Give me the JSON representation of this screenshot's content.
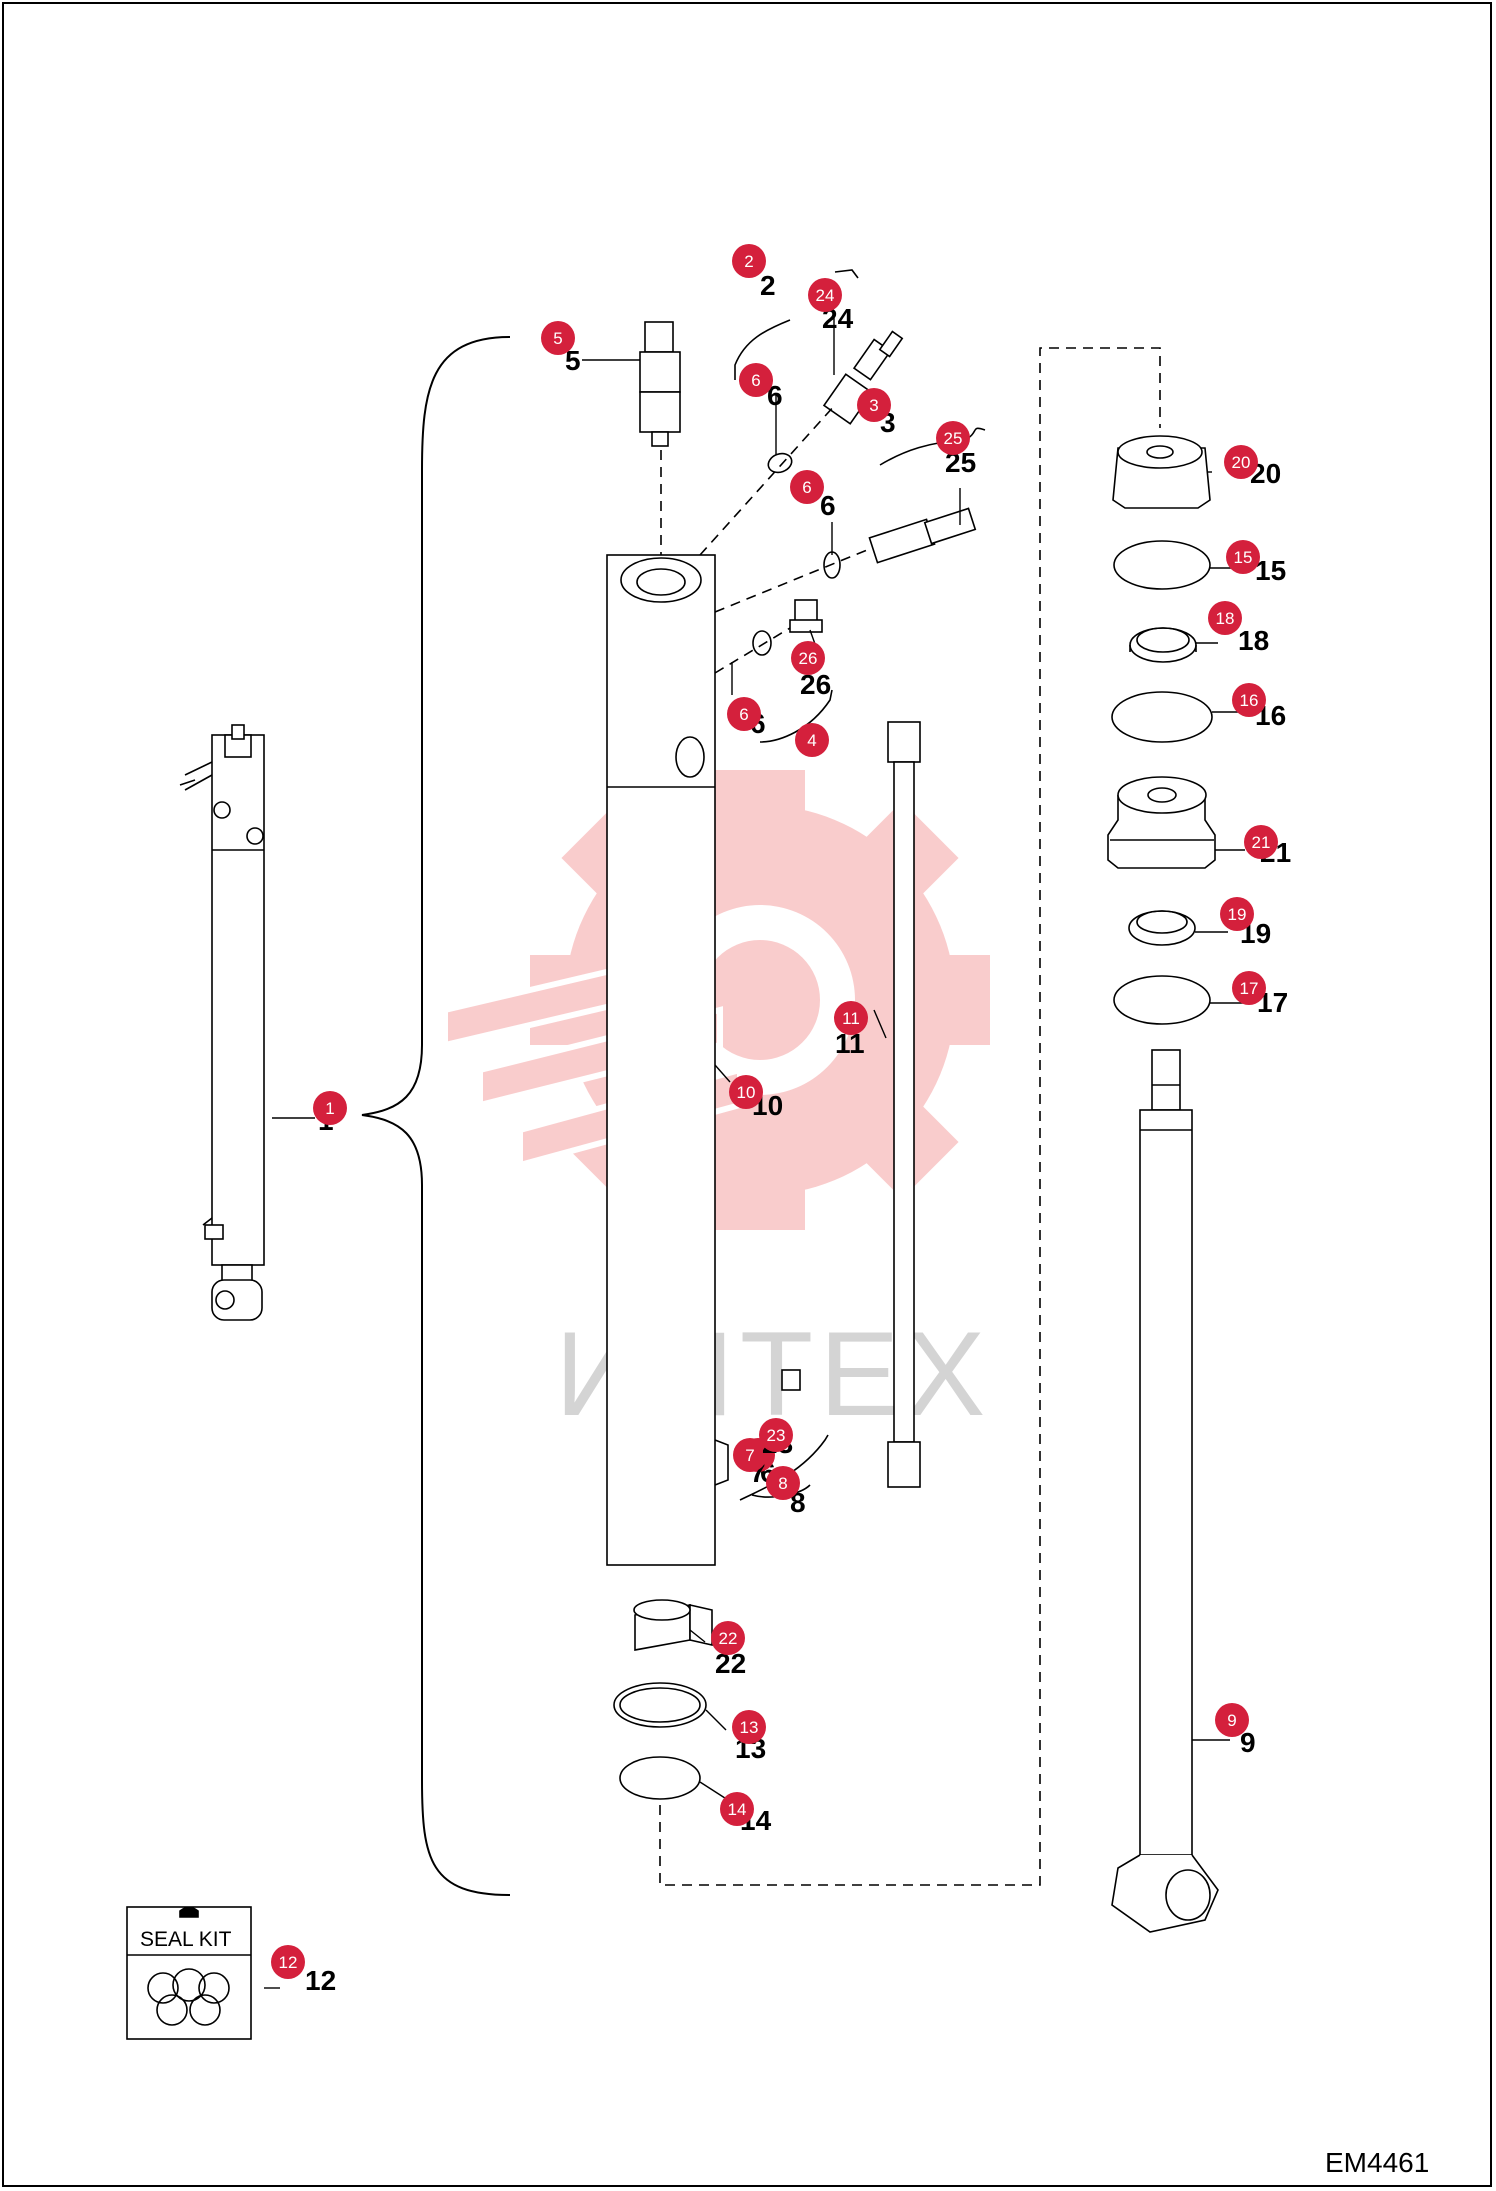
{
  "drawing_code": "EM4461",
  "watermark": "ИНТЕХ",
  "seal_kit_label": "SEAL KIT",
  "colors": {
    "bubble": "#d4203c",
    "watermark": "#f5a3a3",
    "line": "#000000"
  },
  "callouts": [
    {
      "n": "1",
      "text": "1"
    },
    {
      "n": "2",
      "text": "2"
    },
    {
      "n": "3",
      "text": "3"
    },
    {
      "n": "4",
      "text": ""
    },
    {
      "n": "5",
      "text": "5"
    },
    {
      "n": "6",
      "text": "6"
    },
    {
      "n": "6",
      "text": "6"
    },
    {
      "n": "6",
      "text": "6"
    },
    {
      "n": "6",
      "text": "6"
    },
    {
      "n": "7",
      "text": "7"
    },
    {
      "n": "8",
      "text": "8"
    },
    {
      "n": "9",
      "text": "9"
    },
    {
      "n": "10",
      "text": "10"
    },
    {
      "n": "11",
      "text": "11"
    },
    {
      "n": "12",
      "text": "12"
    },
    {
      "n": "13",
      "text": "13"
    },
    {
      "n": "14",
      "text": "14"
    },
    {
      "n": "15",
      "text": "15"
    },
    {
      "n": "16",
      "text": "16"
    },
    {
      "n": "17",
      "text": "17"
    },
    {
      "n": "18",
      "text": "18"
    },
    {
      "n": "19",
      "text": "19"
    },
    {
      "n": "20",
      "text": "20"
    },
    {
      "n": "21",
      "text": "21"
    },
    {
      "n": "22",
      "text": "22"
    },
    {
      "n": "23",
      "text": "23"
    },
    {
      "n": "24",
      "text": "24"
    },
    {
      "n": "25",
      "text": "25"
    },
    {
      "n": "26",
      "text": "26"
    }
  ]
}
